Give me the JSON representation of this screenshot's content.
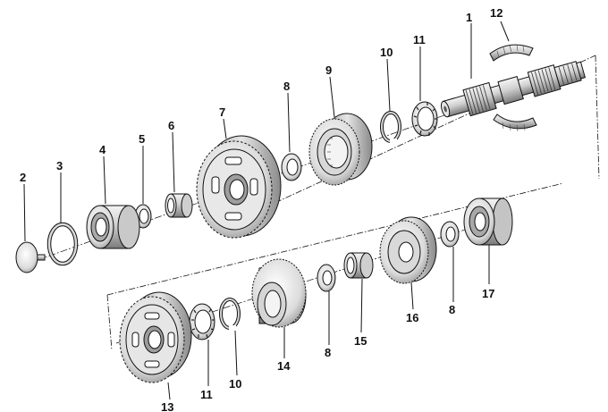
{
  "diagram": {
    "parts": [
      {
        "id": "p1",
        "label": "1",
        "name": "main-shaft"
      },
      {
        "id": "p12",
        "label": "12",
        "name": "needle-bearing-half"
      },
      {
        "id": "p11a",
        "label": "11",
        "name": "synchro-ring"
      },
      {
        "id": "p10a",
        "label": "10",
        "name": "circlip"
      },
      {
        "id": "p9",
        "label": "9",
        "name": "gear-with-sleeve"
      },
      {
        "id": "p8a",
        "label": "8",
        "name": "thrust-washer"
      },
      {
        "id": "p7",
        "label": "7",
        "name": "large-gear"
      },
      {
        "id": "p6",
        "label": "6",
        "name": "bushing"
      },
      {
        "id": "p5",
        "label": "5",
        "name": "washer"
      },
      {
        "id": "p4",
        "label": "4",
        "name": "ball-bearing"
      },
      {
        "id": "p3",
        "label": "3",
        "name": "retaining-ring"
      },
      {
        "id": "p2",
        "label": "2",
        "name": "pin-disc"
      },
      {
        "id": "p17",
        "label": "17",
        "name": "ball-bearing"
      },
      {
        "id": "p8b",
        "label": "8",
        "name": "thrust-washer"
      },
      {
        "id": "p16",
        "label": "16",
        "name": "gear"
      },
      {
        "id": "p15",
        "label": "15",
        "name": "bushing"
      },
      {
        "id": "p8c",
        "label": "8",
        "name": "thrust-washer"
      },
      {
        "id": "p14",
        "label": "14",
        "name": "gear-with-sleeve"
      },
      {
        "id": "p10b",
        "label": "10",
        "name": "circlip"
      },
      {
        "id": "p11b",
        "label": "11",
        "name": "synchro-ring"
      },
      {
        "id": "p13",
        "label": "13",
        "name": "large-gear"
      }
    ],
    "colors": {
      "ink": "#111111",
      "metal_light": "#eeeeee",
      "metal_mid": "#cccccc",
      "metal_dark": "#8e8e8e",
      "metal_shadow": "#555555",
      "paper": "#ffffff"
    }
  }
}
